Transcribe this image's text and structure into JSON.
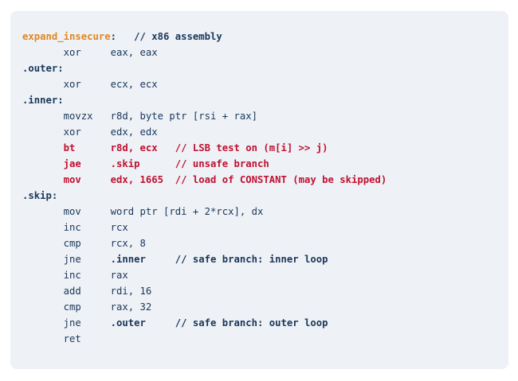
{
  "page": {
    "background": "#ffffff"
  },
  "code_block": {
    "language_note": "x86 assembly",
    "routine_name": "expand_insecure",
    "background": "#eef1f6",
    "text_color": "#19375a",
    "accent_orange": "#e0871f",
    "danger_red": "#c01030",
    "lines": [
      {
        "segments": [
          {
            "text": "expand_insecure",
            "style": "function"
          },
          {
            "text": ":   ",
            "style": "bold"
          },
          {
            "text": "// x86 assembly",
            "style": "comment"
          }
        ]
      },
      {
        "segments": [
          {
            "text": "       xor     eax, eax",
            "style": "plain"
          }
        ]
      },
      {
        "segments": [
          {
            "text": ".outer:",
            "style": "bold"
          }
        ]
      },
      {
        "segments": [
          {
            "text": "       xor     ecx, ecx",
            "style": "plain"
          }
        ]
      },
      {
        "segments": [
          {
            "text": ".inner:",
            "style": "bold"
          }
        ]
      },
      {
        "segments": [
          {
            "text": "       movzx   r8d, byte ptr [rsi + rax]",
            "style": "plain"
          }
        ]
      },
      {
        "segments": [
          {
            "text": "       xor     edx, edx",
            "style": "plain"
          }
        ]
      },
      {
        "segments": [
          {
            "text": "       bt      r8d, ecx   // LSB test on (m[i] >> j)",
            "style": "danger"
          }
        ]
      },
      {
        "segments": [
          {
            "text": "       jae     .skip      // unsafe branch",
            "style": "danger"
          }
        ]
      },
      {
        "segments": [
          {
            "text": "       mov     edx, 1665  // load of CONSTANT (may be skipped)",
            "style": "danger"
          }
        ]
      },
      {
        "segments": [
          {
            "text": ".skip:",
            "style": "bold"
          }
        ]
      },
      {
        "segments": [
          {
            "text": "       mov     word ptr [rdi + 2*rcx], dx",
            "style": "plain"
          }
        ]
      },
      {
        "segments": [
          {
            "text": "       inc     rcx",
            "style": "plain"
          }
        ]
      },
      {
        "segments": [
          {
            "text": "       cmp     rcx, 8",
            "style": "plain"
          }
        ]
      },
      {
        "segments": [
          {
            "text": "       jne     ",
            "style": "plain"
          },
          {
            "text": ".inner",
            "style": "bold"
          },
          {
            "text": "     ",
            "style": "plain"
          },
          {
            "text": "// safe branch: inner loop",
            "style": "comment"
          }
        ]
      },
      {
        "segments": [
          {
            "text": "       inc     rax",
            "style": "plain"
          }
        ]
      },
      {
        "segments": [
          {
            "text": "       add     rdi, 16",
            "style": "plain"
          }
        ]
      },
      {
        "segments": [
          {
            "text": "       cmp     rax, 32",
            "style": "plain"
          }
        ]
      },
      {
        "segments": [
          {
            "text": "       jne     ",
            "style": "plain"
          },
          {
            "text": ".outer",
            "style": "bold"
          },
          {
            "text": "     ",
            "style": "plain"
          },
          {
            "text": "// safe branch: outer loop",
            "style": "comment"
          }
        ]
      },
      {
        "segments": [
          {
            "text": "       ret",
            "style": "plain"
          }
        ]
      }
    ]
  }
}
